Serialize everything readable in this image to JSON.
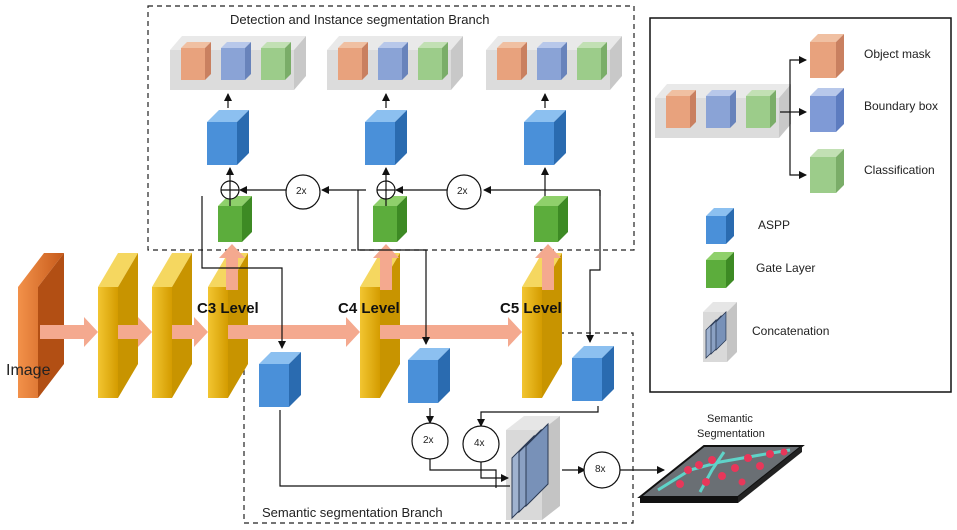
{
  "branches": {
    "detection_title": "Detection and Instance segmentation Branch",
    "semantic_title": "Semantic segmentation Branch"
  },
  "input": {
    "label": "Image"
  },
  "levels": [
    "C3 Level",
    "C4 Level",
    "C5 Level"
  ],
  "upsample": {
    "top_left": "2x",
    "top_right": "2x",
    "sem_c4": "2x",
    "sem_c5": "4x",
    "final": "8x"
  },
  "output": {
    "label_line1": "Semantic",
    "label_line2": "Segmentation"
  },
  "legend": {
    "object_mask": "Object mask",
    "boundary_box": "Boundary box",
    "classification": "Classification",
    "aspp": "ASPP",
    "gate_layer": "Gate Layer",
    "concatenation": "Concatenation"
  },
  "colors": {
    "mask": "#e8a27d",
    "box": "#8aa3d6",
    "cls": "#9ccc8a",
    "aspp": "#4a90d9",
    "gate": "#5cad3c",
    "feature": "#e6b800",
    "input": "#e07b2e",
    "flow_arrow": "#f4a98f"
  }
}
